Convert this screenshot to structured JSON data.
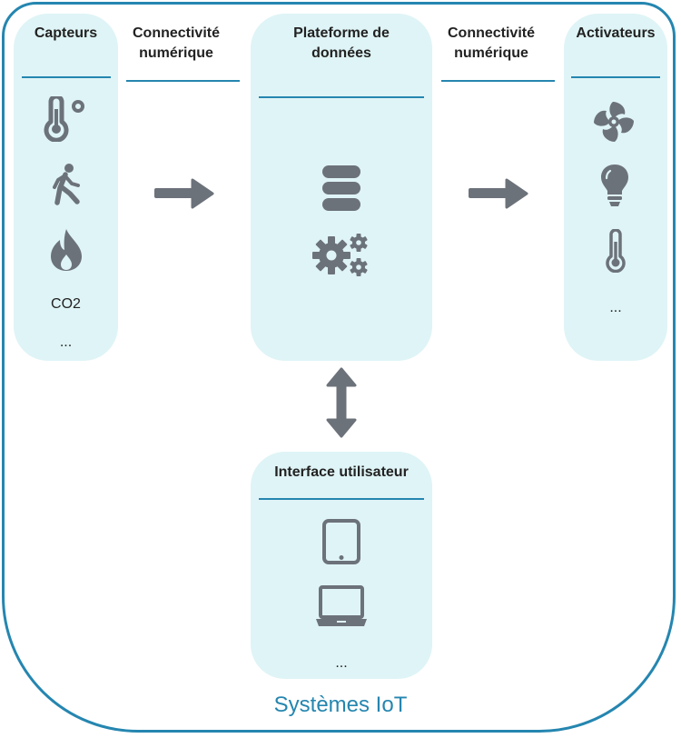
{
  "system_label": "Systèmes IoT",
  "sensors": {
    "title": "Capteurs",
    "icons": [
      "thermometer-degree-icon",
      "walking-person-icon",
      "flame-icon"
    ],
    "co2": "CO2",
    "more": "..."
  },
  "connectivity_left": "Connectivité numérique",
  "platform": {
    "title": "Plateforme de données",
    "icons": [
      "database-icon",
      "gears-icon"
    ]
  },
  "connectivity_right": "Connectivité numérique",
  "actuators": {
    "title": "Activateurs",
    "icons": [
      "fan-icon",
      "lightbulb-icon",
      "thermometer-icon"
    ],
    "more": "..."
  },
  "ui": {
    "title": "Interface utilisateur",
    "icons": [
      "tablet-icon",
      "laptop-icon"
    ],
    "more": "..."
  },
  "colors": {
    "accent": "#2586b0",
    "panel_bg": "#dff4f6",
    "icon": "#6c727a"
  }
}
